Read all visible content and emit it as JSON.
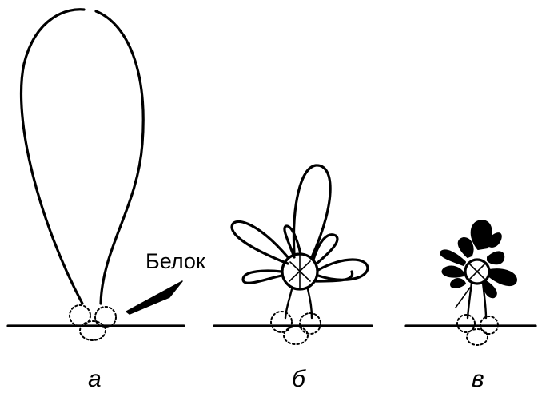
{
  "labels": {
    "protein": "Белок",
    "panel_a": "а",
    "panel_b": "б",
    "panel_c": "в"
  },
  "colors": {
    "ink": "#000000",
    "background": "#ffffff"
  }
}
